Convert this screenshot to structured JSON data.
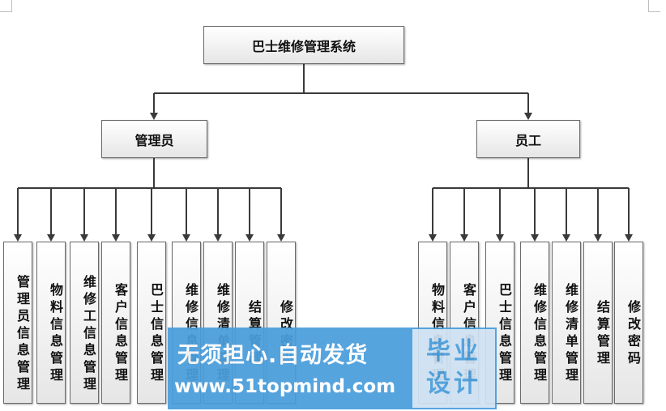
{
  "root": "巴士维修管理系统",
  "branches": [
    {
      "id": "admin",
      "title": "管理员",
      "children": [
        "管理员信息管理",
        "物料信息管理",
        "维修工信息管理",
        "客户信息管理",
        "巴士信息管理",
        "维修信息管理",
        "维修清单管理",
        "结算管理",
        "修改密码"
      ]
    },
    {
      "id": "staff",
      "title": "员工",
      "children": [
        "物料信息管理",
        "客户信息管理",
        "巴士信息管理",
        "维修信息管理",
        "维修清单管理",
        "结算管理",
        "修改密码"
      ]
    }
  ],
  "watermark": {
    "slogan": "无须担心.自动发货",
    "url": "www.51topmind.com",
    "badge_line1": "毕业",
    "badge_line2": "设计"
  },
  "colors": {
    "line": "#3a3a3a",
    "box_border": "#6b6b6b",
    "watermark": "#4a9edc"
  }
}
